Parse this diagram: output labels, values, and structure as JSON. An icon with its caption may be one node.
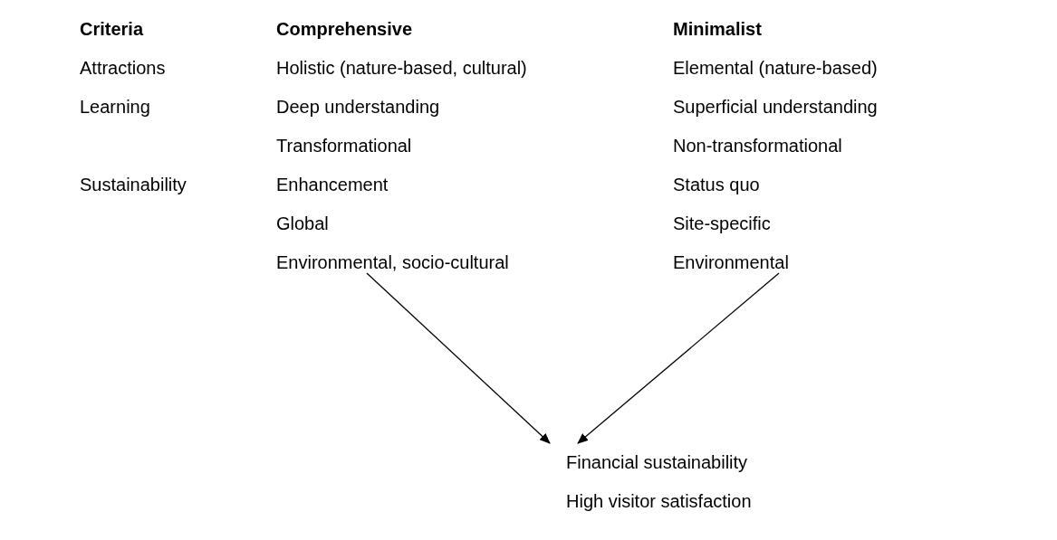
{
  "diagram": {
    "nodes": [
      {
        "text": [
          "Environmental, socio-cultural"
        ]
      },
      {
        "text": [
          "Environmental"
        ]
      },
      {
        "text": [
          "Financial sustainability",
          "High visitor satisfaction"
        ]
      }
    ],
    "edges": [
      {
        "from": 0,
        "to": 2,
        "arrow": "to"
      },
      {
        "from": 1,
        "to": 2,
        "arrow": "to"
      }
    ],
    "labels": [
      "Criteria",
      "Comprehensive",
      "Minimalist",
      "Attractions",
      "Holistic (nature-based, cultural)",
      "Elemental (nature-based)",
      "Learning",
      "Deep understanding",
      "Superficial understanding",
      "Transformational",
      "Non-transformational",
      "Sustainability",
      "Enhancement",
      "Status quo",
      "Global",
      "Site-specific"
    ]
  }
}
